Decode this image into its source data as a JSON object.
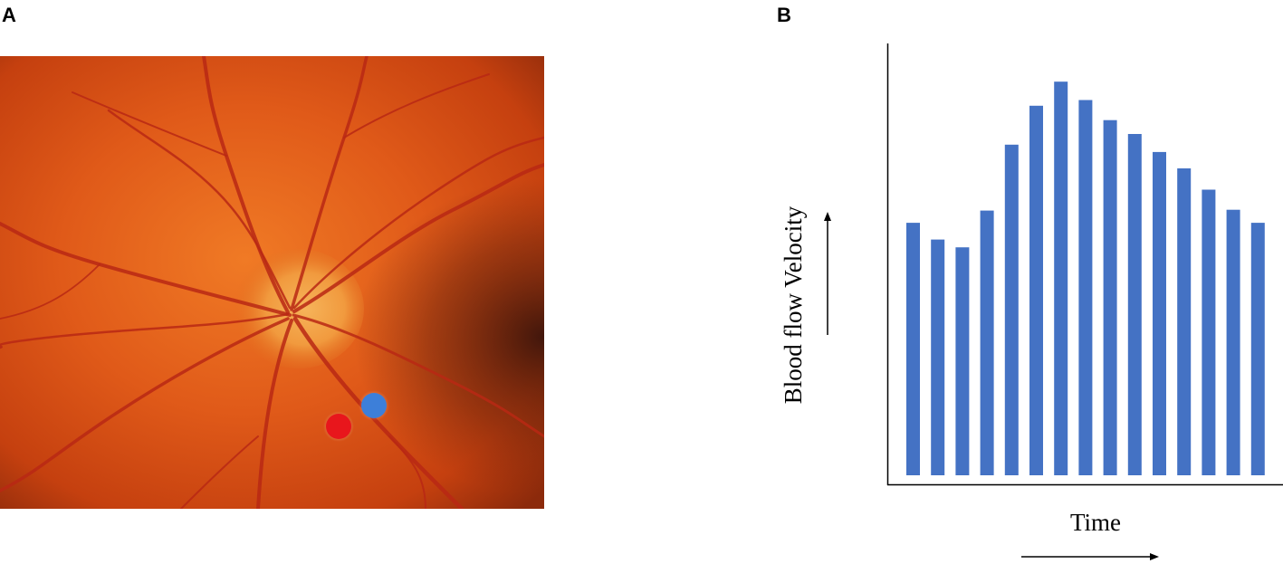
{
  "panels": {
    "a_label": "A",
    "b_label": "B"
  },
  "fundus": {
    "markers": [
      {
        "name": "red-measurement-marker",
        "color": "#e8161c"
      },
      {
        "name": "blue-measurement-marker",
        "color": "#3d7fd9"
      }
    ]
  },
  "chart_data": {
    "type": "bar",
    "xlabel": "Time",
    "ylabel": "Blood flow Velocity",
    "bar_color": "#4472c4",
    "axis_ticks": "none",
    "values": [
      0.617,
      0.576,
      0.557,
      0.647,
      0.808,
      0.903,
      0.962,
      0.917,
      0.868,
      0.834,
      0.79,
      0.75,
      0.698,
      0.649,
      0.617
    ],
    "ylim": [
      0,
      1.0
    ]
  }
}
